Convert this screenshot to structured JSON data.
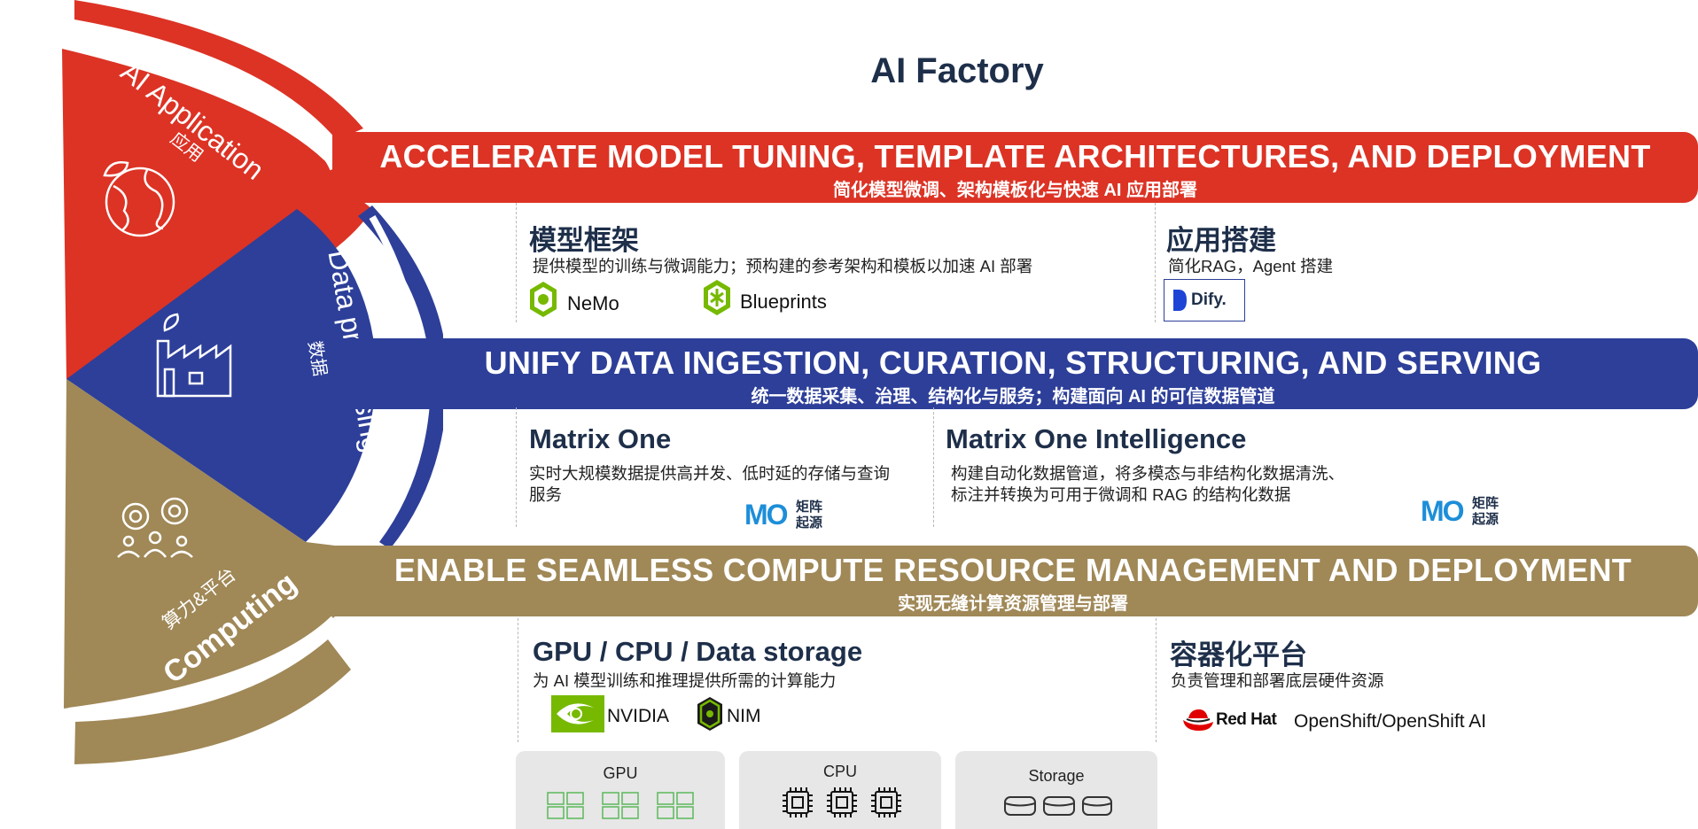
{
  "title": "AI Factory",
  "layers": {
    "application": {
      "fan_en": "AI Application",
      "fan_zh": "应用",
      "band_en": "ACCELERATE MODEL TUNING, TEMPLATE ARCHITECTURES, AND DEPLOYMENT",
      "band_zh": "简化模型微调、架构模板化与快速 AI 应用部署",
      "color": "#dc3325",
      "sections": [
        {
          "heading": "模型框架",
          "desc": "提供模型的训练与微调能力；预构建的参考架构和模板以加速 AI 部署",
          "logos": [
            "NeMo",
            "Blueprints"
          ]
        },
        {
          "heading": "应用搭建",
          "desc": "简化RAG，Agent 搭建",
          "logos": [
            "Dify."
          ]
        }
      ]
    },
    "data": {
      "fan_en": "Data processing",
      "fan_zh": "数据",
      "band_en": "UNIFY DATA INGESTION, CURATION, STRUCTURING, AND SERVING",
      "band_zh": "统一数据采集、治理、结构化与服务；构建面向 AI 的可信数据管道",
      "color": "#2d3f99",
      "sections": [
        {
          "heading": "Matrix One",
          "desc_lines": [
            "实时大规模数据提供高并发、低时延的存储与查询",
            "服务"
          ],
          "logo": {
            "mark": "MO",
            "zh_top": "矩阵",
            "zh_bottom": "起源"
          }
        },
        {
          "heading": "Matrix One Intelligence",
          "desc_lines": [
            "构建自动化数据管道，将多模态与非结构化数据清洗、",
            "标注并转换为可用于微调和 RAG 的结构化数据"
          ],
          "logo": {
            "mark": "MO",
            "zh_top": "矩阵",
            "zh_bottom": "起源"
          }
        }
      ]
    },
    "compute": {
      "fan_en": "Computing",
      "fan_zh": "算力&平台",
      "band_en": "ENABLE SEAMLESS COMPUTE RESOURCE MANAGEMENT AND DEPLOYMENT",
      "band_zh": "实现无缝计算资源管理与部署",
      "color": "#a08857",
      "sections": [
        {
          "heading": "GPU / CPU / Data storage",
          "desc": "为 AI 模型训练和推理提供所需的计算能力",
          "logos": [
            "NVIDIA",
            "NIM"
          ]
        },
        {
          "heading": "容器化平台",
          "desc": "负责管理和部署底层硬件资源",
          "logos": [
            "Red Hat",
            "OpenShift/OpenShift AI"
          ]
        }
      ]
    }
  },
  "hardware": [
    {
      "label": "GPU",
      "icon": "gpu-chip-icon"
    },
    {
      "label": "CPU",
      "icon": "cpu-chip-icon"
    },
    {
      "label": "Storage",
      "icon": "disk-icon"
    }
  ],
  "colors": {
    "title": "#1e2f4a",
    "hardware_bg": "#e7e7e7",
    "nvidia_green": "#76b900"
  }
}
